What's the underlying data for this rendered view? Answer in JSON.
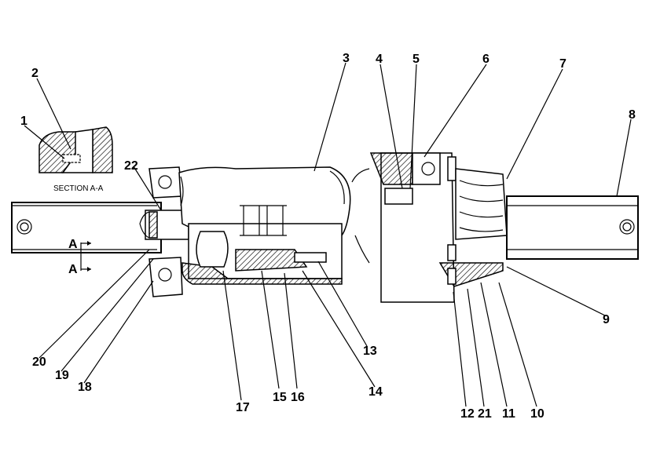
{
  "section_label": "SECTION A-A",
  "section_markers": [
    "A",
    "A"
  ],
  "callouts": {
    "c1": "1",
    "c2": "2",
    "c3": "3",
    "c4": "4",
    "c5": "5",
    "c6": "6",
    "c7": "7",
    "c8": "8",
    "c9": "9",
    "c10": "10",
    "c11": "11",
    "c12": "12",
    "c13": "13",
    "c14": "14",
    "c15": "15",
    "c16": "16",
    "c17": "17",
    "c18": "18",
    "c19": "19",
    "c20": "20",
    "c21": "21",
    "c22": "22"
  }
}
